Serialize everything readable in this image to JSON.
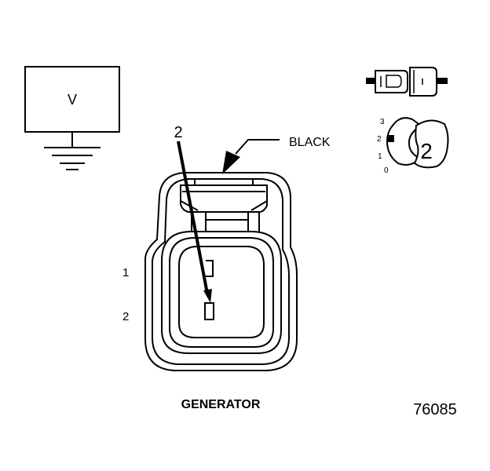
{
  "meter": {
    "symbol": "V"
  },
  "callouts": {
    "probe_pin": "2",
    "wire_color": "BLACK"
  },
  "pin_labels": {
    "pin1": "1",
    "pin2": "2"
  },
  "component_label": "GENERATOR",
  "figure_number": "76085",
  "probe_indicator": {
    "scale": [
      "3",
      "2",
      "1",
      "0"
    ],
    "setting": "2"
  },
  "colors": {
    "line": "#000000",
    "background": "#ffffff"
  }
}
